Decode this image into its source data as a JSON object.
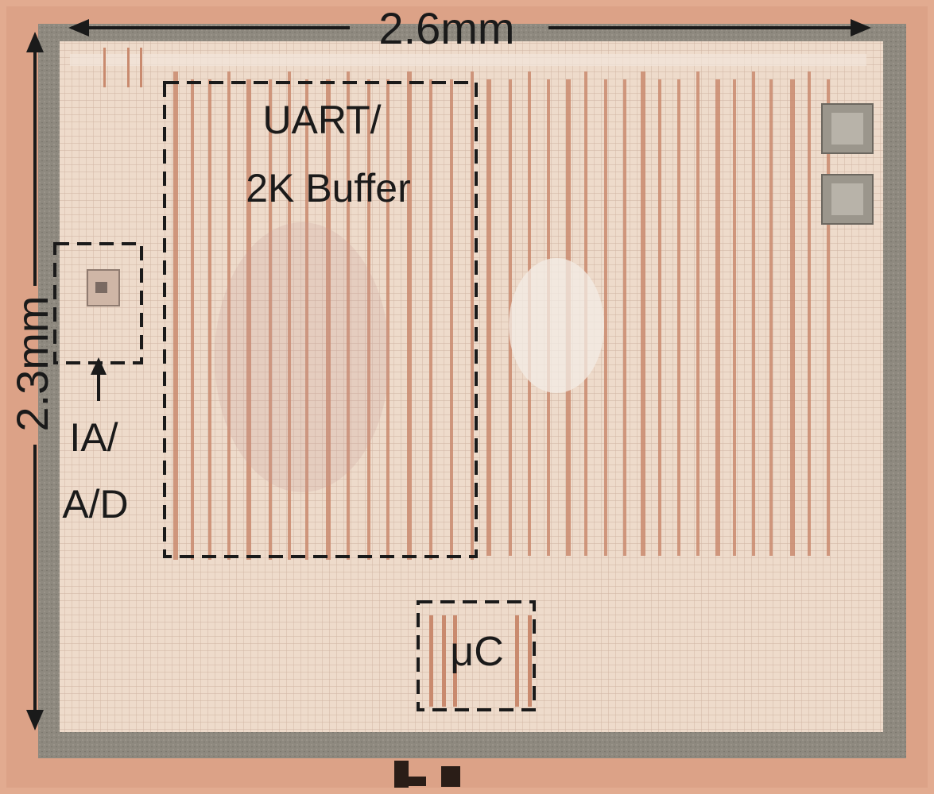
{
  "figure": {
    "width_label": "2.6mm",
    "height_label": "2.3mm"
  },
  "blocks": {
    "uart": {
      "line1": "UART/",
      "line2": "2K Buffer"
    },
    "ia_ad": {
      "line1": "IA/",
      "line2": "A/D"
    },
    "uc": {
      "label": "μC"
    }
  },
  "colors": {
    "substrate": "#dfa58a",
    "seal_ring": "#8f8a80",
    "core_fill": "#efd9c8",
    "metal_line": "#c98a6e",
    "label": "#1a1a1a"
  }
}
